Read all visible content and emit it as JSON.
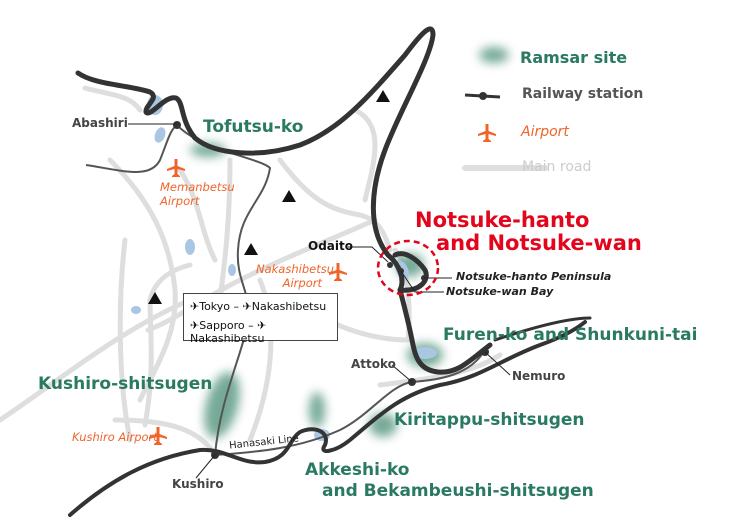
{
  "legend": {
    "ramsar": "Ramsar site",
    "railway": "Railway station",
    "airport": "Airport",
    "road": "Main road"
  },
  "colors": {
    "ramsar": "#2a7a63",
    "airport": "#f0642a",
    "highlight": "#e3051b",
    "lake": "#a9c7e3",
    "road": "#dcdcdc",
    "coast": "#333333"
  },
  "highlight": {
    "line1": "Notsuke-hanto",
    "line2": "and Notsuke-wan"
  },
  "features": {
    "peninsula": "Notsuke-hanto Peninsula",
    "bay": "Notsuke-wan Bay"
  },
  "ramsar_sites": [
    "Tofutsu-ko",
    "Furen-ko and Shunkuni-tai",
    "Kushiro-shitsugen",
    "Kiritappu-shitsugen",
    "Akkeshi-ko",
    "and Bekambeushi-shitsugen"
  ],
  "towns": [
    "Abashiri",
    "Odaito",
    "Attoko",
    "Nemuro",
    "Kushiro"
  ],
  "airports": {
    "memanbetsu": [
      "Memanbetsu",
      "Airport"
    ],
    "nakashibetsu": [
      "Nakashibetsu",
      "Airport"
    ],
    "kushiro": "Kushiro Airport"
  },
  "rail_line": "Hanasaki Line",
  "routes": [
    {
      "from": "Tokyo",
      "sep": "–",
      "to": "Nakashibetsu"
    },
    {
      "from": "Sapporo",
      "sep": "–",
      "to": "Nakashibetsu"
    }
  ]
}
